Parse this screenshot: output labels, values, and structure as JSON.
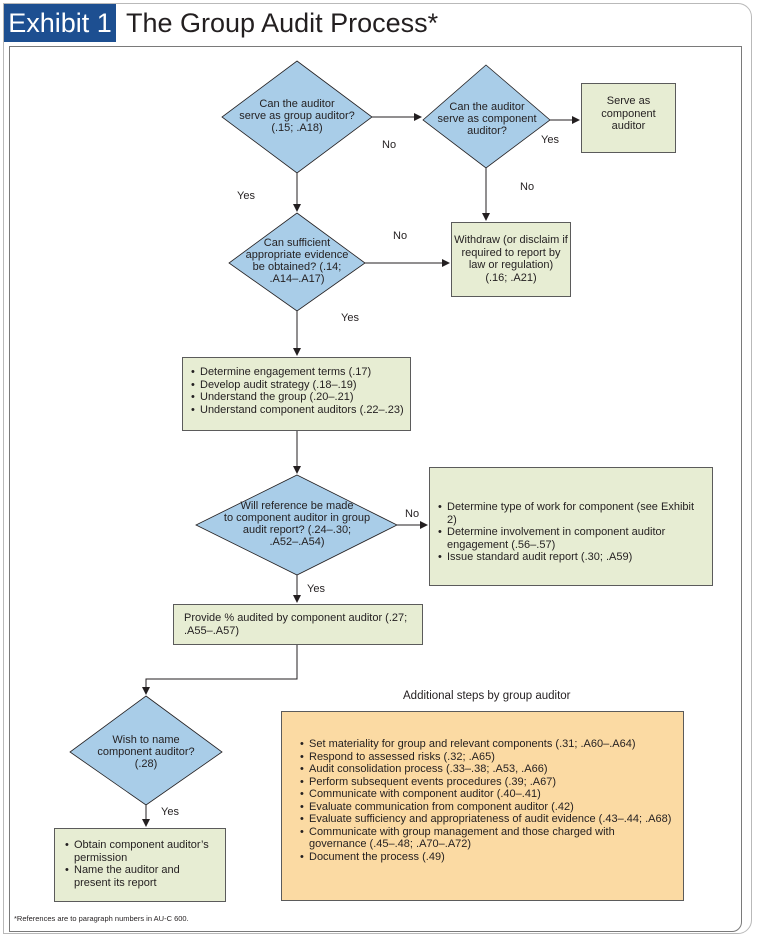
{
  "header": {
    "exhibit_label": "Exhibit 1",
    "title": "The Group Audit Process*"
  },
  "decisions": {
    "group_auditor": [
      "Can the auditor",
      "serve as group auditor?",
      "(.15; .A18)"
    ],
    "component_auditor": [
      "Can the auditor",
      "serve as component",
      "auditor?"
    ],
    "sufficient_evidence": [
      "Can sufficient",
      "appropriate evidence",
      "be obtained? (.14;",
      ".A14–.A17)"
    ],
    "reference_made": [
      "Will reference be made",
      "to component auditor in group",
      "audit report? (.24–.30;",
      ".A52–.A54)"
    ],
    "name_auditor": [
      "Wish to name",
      "component auditor?",
      "(.28)"
    ]
  },
  "boxes": {
    "serve_component": [
      "Serve as",
      "component",
      "auditor"
    ],
    "withdraw": [
      "Withdraw (or disclaim if",
      "required to report by",
      "law or regulation)",
      "(.16; .A21)"
    ],
    "engagement_steps": [
      "Determine engagement terms (.17)",
      "Develop audit strategy (.18–.19)",
      "Understand the group (.20–.21)",
      "Understand component auditors (.22–.23)"
    ],
    "component_work": [
      "Determine type of work for component (see Exhibit 2)",
      "Determine involvement in component auditor engagement (.56–.57)",
      "Issue standard audit report (.30; .A59)"
    ],
    "percent_audited": "Provide % audited by component auditor (.27; .A55–.A57)",
    "obtain_permission": [
      "Obtain component auditor’s permission",
      "Name the auditor and present its report"
    ],
    "additional_steps": [
      "Set materiality for group and relevant components (.31; .A60–.A64)",
      "Respond to assessed risks (.32; .A65)",
      "Audit consolidation process (.33–.38; .A53, .A66)",
      "Perform subsequent events procedures (.39; .A67)",
      "Communicate with component auditor (.40–.41)",
      "Evaluate communication from component auditor (.42)",
      "Evaluate sufficiency and appropriateness of audit evidence (.43–.44; .A68)",
      "Communicate with group management and those charged with governance (.45–.48; .A70–.A72)",
      "Document the process (.49)"
    ]
  },
  "additional_heading": "Additional steps by group auditor",
  "edge_labels": {
    "no_1": "No",
    "yes_1": "Yes",
    "no_2": "No",
    "yes_2": "Yes",
    "no_3": "No",
    "yes_3": "Yes",
    "no_4": "No",
    "yes_4": "Yes",
    "yes_5": "Yes"
  },
  "footnote": "*References are to paragraph numbers in AU-C 600.",
  "colors": {
    "badge": "#1d4f91",
    "decision_fill": "#a9cde8",
    "box_fill": "#e7edd3",
    "orange_fill": "#fbdaa3",
    "line": "#231f20"
  }
}
